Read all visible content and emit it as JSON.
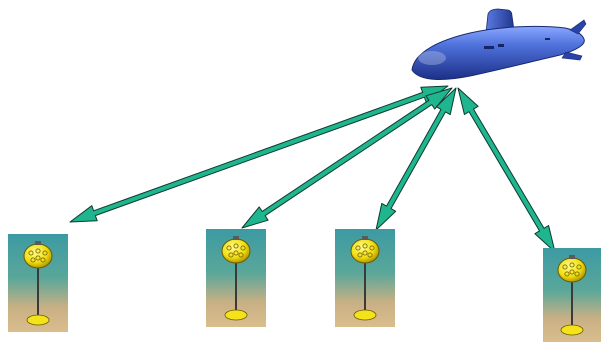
{
  "diagram": {
    "description_text": "",
    "colors": {
      "background": "#ffffff",
      "arrow_fill": "#1fb58f",
      "arrow_stroke": "#0e3b2d",
      "sub_light": "#5b7fe0",
      "sub_mid": "#3557c9",
      "sub_dark": "#1c2f86",
      "tile_sand": "#d8b98a",
      "tile_water": "#3e9aa0",
      "buoy_yellow": "#f4e21a",
      "buoy_dark": "#6b5a00"
    },
    "submarine": {
      "icon": "submarine-icon"
    },
    "links": [
      {
        "name": "link-to-node-1",
        "style": "double-arrow"
      },
      {
        "name": "link-to-node-2",
        "style": "double-arrow"
      },
      {
        "name": "link-to-node-3",
        "style": "double-arrow"
      },
      {
        "name": "link-to-node-4",
        "style": "double-arrow"
      }
    ],
    "nodes": [
      {
        "name": "seabed-node-1",
        "icon": "buoy-icon"
      },
      {
        "name": "seabed-node-2",
        "icon": "buoy-icon"
      },
      {
        "name": "seabed-node-3",
        "icon": "buoy-icon"
      },
      {
        "name": "seabed-node-4",
        "icon": "buoy-icon"
      }
    ]
  }
}
